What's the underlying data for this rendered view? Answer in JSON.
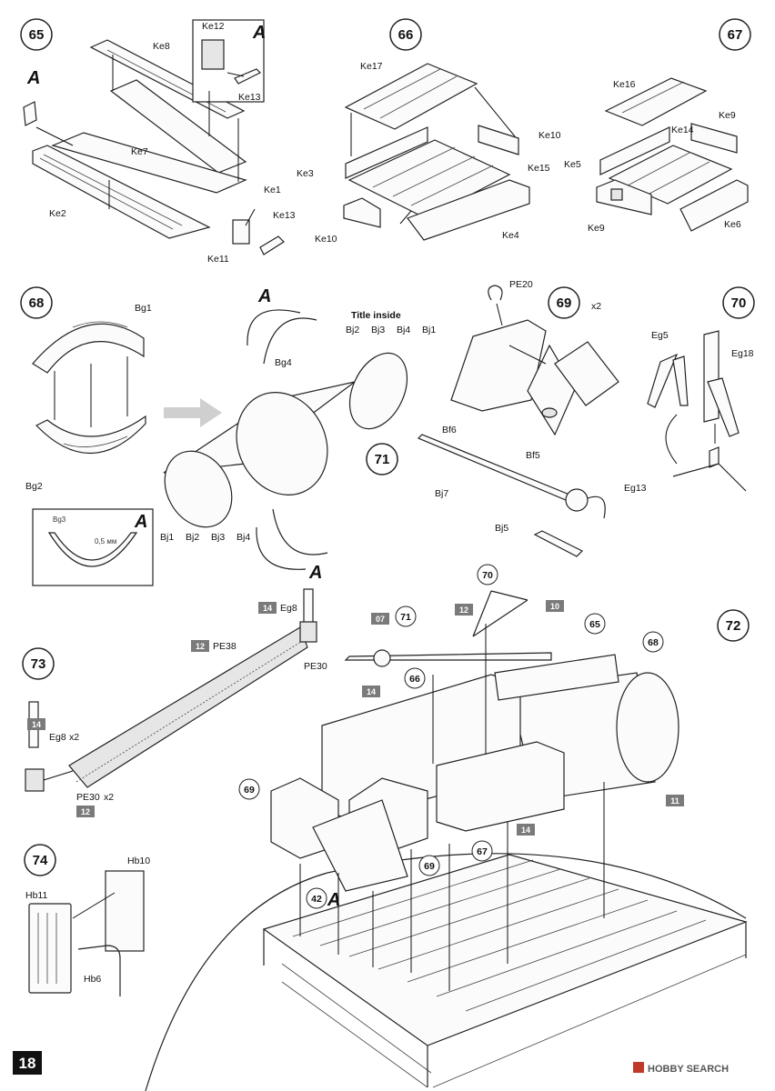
{
  "page_number": "18",
  "watermark": "HOBBY SEARCH",
  "steps": [
    {
      "num": "65"
    },
    {
      "num": "66"
    },
    {
      "num": "67"
    },
    {
      "num": "68"
    },
    {
      "num": "69",
      "mult": "x2"
    },
    {
      "num": "70"
    },
    {
      "num": "71"
    },
    {
      "num": "72"
    },
    {
      "num": "73"
    },
    {
      "num": "74"
    }
  ],
  "s65": {
    "a_mark": "A",
    "labels": [
      "Ke8",
      "Ke12",
      "Ke13",
      "Ke7",
      "Ke1",
      "Ke2",
      "Ke13",
      "Ke11"
    ]
  },
  "s66": {
    "labels": [
      "Ke17",
      "Ke10",
      "Ke3",
      "Ke15",
      "Ke10",
      "Ke4"
    ]
  },
  "s67": {
    "labels": [
      "Ke16",
      "Ke9",
      "Ke14",
      "Ke5",
      "Ke9",
      "Ke6"
    ]
  },
  "s68": {
    "labels": [
      "Bg1",
      "Bg2"
    ],
    "inset_label": "Bg3",
    "inset_dim": "0,5 мм",
    "a_mark": "A"
  },
  "s71": {
    "a_mark": "A",
    "bg4": "Bg4",
    "title_note": "Title inside",
    "title_parts": [
      "Bj2",
      "Bj3",
      "Bj4",
      "Bj1"
    ],
    "bottom_parts": [
      "Bj1",
      "Bj2",
      "Bj3",
      "Bj4"
    ]
  },
  "s69": {
    "labels": [
      "PE20",
      "Bf6",
      "Bf5"
    ]
  },
  "bj7": {
    "labels": [
      "Bj7",
      "Bj5"
    ]
  },
  "s70": {
    "labels": [
      "Eg5",
      "Eg18",
      "Eg13"
    ]
  },
  "s73": {
    "saw_top": {
      "tag": "14",
      "label": "Eg8"
    },
    "saw_pe": {
      "tag": "12",
      "label": "PE38"
    },
    "pe30": "PE30",
    "eg8": {
      "tag": "14",
      "label": "Eg8",
      "mult": "x2"
    },
    "pe30b": {
      "label": "PE30",
      "mult": "x2",
      "tag": "12"
    }
  },
  "s72": {
    "tags": [
      "07",
      "12",
      "10",
      "14",
      "11",
      "14"
    ],
    "refs": [
      "71",
      "70",
      "65",
      "68",
      "66",
      "69",
      "69",
      "67",
      "42"
    ],
    "a_mark": "A"
  },
  "s74": {
    "labels": [
      "Hb10",
      "Hb11",
      "Hb6"
    ]
  }
}
